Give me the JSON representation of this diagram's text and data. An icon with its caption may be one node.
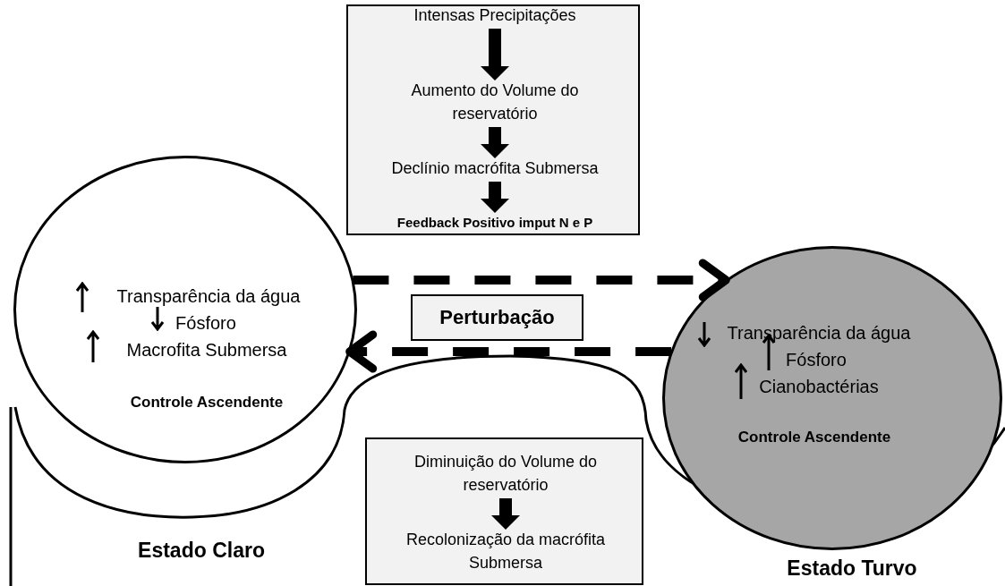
{
  "diagram": {
    "nodes": [
      {
        "text": [],
        "shape": "box"
      },
      {
        "text": [
          "Intensas Precipitações"
        ],
        "in": 0
      },
      {
        "text": [
          "Aumento do Volume do reservatório"
        ],
        "in": 0
      },
      {
        "text": [
          "Declínio macrófita Submersa"
        ],
        "in": 0
      },
      {
        "text": [
          "Feedback Positivo imput N e P"
        ],
        "in": 0
      },
      {
        "text": [
          "Transparência da água",
          "Fósforo",
          "Macrofita Submersa",
          "Controle Ascendente"
        ],
        "beside": [
          "Estado Claro"
        ]
      },
      {
        "text": [
          "Perturbação"
        ]
      },
      {
        "text": [
          "Transparência da água",
          "Fósforo",
          "Cianobactérias",
          "Controle Ascendente"
        ],
        "beside": [
          "Estado Turvo"
        ]
      },
      {
        "text": [],
        "shape": "box"
      },
      {
        "text": [
          "Diminuição do Volume do reservatório"
        ],
        "in": 8
      },
      {
        "text": [
          "Recolonização da macrófita Submersa"
        ],
        "in": 8
      }
    ],
    "edges": [
      {
        "from": 1,
        "to": 2,
        "arrow": "to",
        "style": "thick"
      },
      {
        "from": 2,
        "to": 3,
        "arrow": "to",
        "style": "thick"
      },
      {
        "from": 3,
        "to": 4,
        "arrow": "to",
        "style": "thick"
      },
      {
        "from": 5,
        "to": 7,
        "arrow": "to",
        "style": "dashed"
      },
      {
        "from": 7,
        "to": 5,
        "arrow": "to",
        "style": "dashed"
      },
      {
        "from": 9,
        "to": 10,
        "arrow": "to",
        "style": "thick"
      }
    ]
  }
}
